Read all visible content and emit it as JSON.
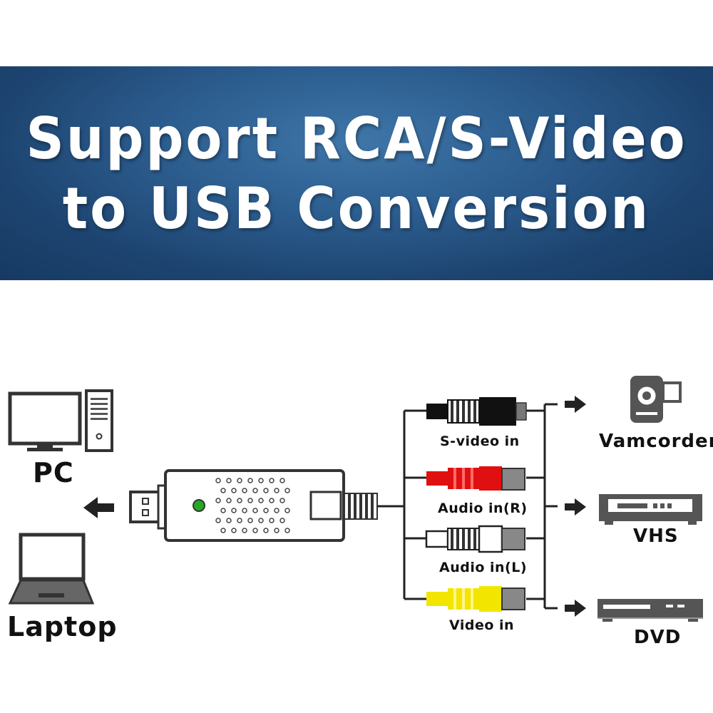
{
  "banner": {
    "line1": "Support RCA/S-Video",
    "line2": "to USB Conversion"
  },
  "computers": {
    "pc": "PC",
    "laptop": "Laptop"
  },
  "cables": {
    "svideo": "S-video in",
    "audio_r": "Audio in(R)",
    "audio_l": "Audio in(L)",
    "video": "Video in"
  },
  "devices": {
    "camcorder": "Vamcorder",
    "vhs": "VHS",
    "dvd": "DVD"
  },
  "colors": {
    "banner_bg": "#2c5d8f",
    "svideo_plug": "#111111",
    "audio_r_plug": "#e01010",
    "audio_l_plug": "#ffffff",
    "video_plug": "#f2e600",
    "led": "#22aa22"
  }
}
